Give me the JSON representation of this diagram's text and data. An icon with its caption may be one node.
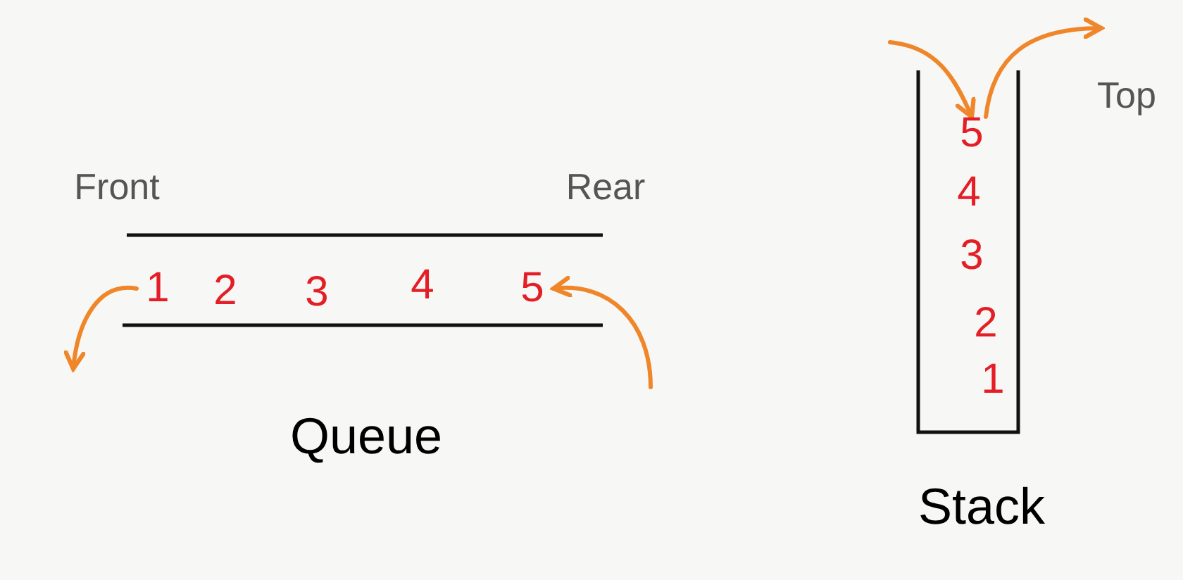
{
  "diagram": {
    "nodes": [
      {
        "text": [
          "Queue"
        ]
      },
      {
        "text": [
          "1"
        ],
        "in": 0
      },
      {
        "text": [
          "2"
        ],
        "in": 0
      },
      {
        "text": [
          "3"
        ],
        "in": 0
      },
      {
        "text": [
          "4"
        ],
        "in": 0
      },
      {
        "text": [
          "5"
        ],
        "in": 0
      },
      {
        "text": [
          "Stack"
        ]
      },
      {
        "text": [
          "5"
        ],
        "in": 6
      },
      {
        "text": [
          "4"
        ],
        "in": 6
      },
      {
        "text": [
          "3"
        ],
        "in": 6
      },
      {
        "text": [
          "2"
        ],
        "in": 6
      },
      {
        "text": [
          "1"
        ],
        "in": 6
      }
    ],
    "edges": [
      {
        "from": 1,
        "to": null,
        "arrow": "to"
      },
      {
        "from": null,
        "to": 5,
        "arrow": "to"
      },
      {
        "from": null,
        "to": 7,
        "arrow": "to"
      },
      {
        "from": 7,
        "to": null,
        "arrow": "to"
      }
    ],
    "labels": [
      "Top",
      "Front",
      "Rear"
    ]
  }
}
